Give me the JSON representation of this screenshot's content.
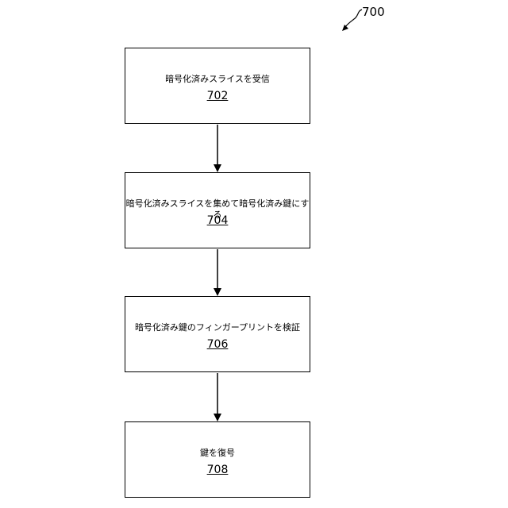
{
  "figure": {
    "number": "700"
  },
  "steps": [
    {
      "text": "暗号化済みスライスを受信",
      "ref": "702"
    },
    {
      "text": "暗号化済みスライスを集めて暗号化済み鍵にする",
      "ref": "704"
    },
    {
      "text": "暗号化済み鍵のフィンガープリントを検証",
      "ref": "706"
    },
    {
      "text": "鍵を復号",
      "ref": "708"
    }
  ]
}
